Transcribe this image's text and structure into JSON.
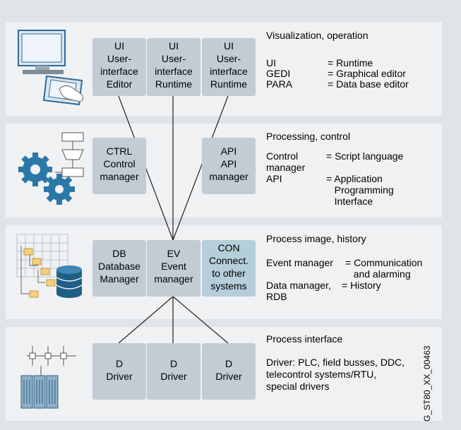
{
  "layers": [
    {
      "heading": "Visualization, operation",
      "modules": [
        {
          "lines": [
            "UI",
            "User-",
            "interface",
            "Editor"
          ]
        },
        {
          "lines": [
            "UI",
            "User-",
            "interface",
            "Runtime"
          ]
        },
        {
          "lines": [
            "UI",
            "User-",
            "interface",
            "Runtime"
          ]
        }
      ],
      "legend": [
        {
          "key": "UI",
          "value": "= Runtime"
        },
        {
          "key": "GEDI",
          "value": "= Graphical editor"
        },
        {
          "key": "PARA",
          "value": "= Data base editor"
        }
      ]
    },
    {
      "heading": "Processing, control",
      "modules": [
        {
          "lines": [
            "CTRL",
            "Control",
            "manager"
          ]
        },
        {
          "lines": [
            "API",
            "API",
            "manager"
          ]
        }
      ],
      "legend": [
        {
          "key": "Control\nmanager",
          "value": "= Script language"
        },
        {
          "key": "API",
          "value": "= Application\n   Programming\n   Interface"
        }
      ]
    },
    {
      "heading": "Process image, history",
      "modules": [
        {
          "lines": [
            "DB",
            "Database",
            "Manager"
          ]
        },
        {
          "lines": [
            "EV",
            "Event",
            "manager"
          ]
        },
        {
          "lines": [
            "CON",
            "Connect.",
            "to other",
            "systems"
          ]
        }
      ],
      "legend": [
        {
          "key": "Event manager",
          "value": "= Communication\n   and alarming"
        },
        {
          "key": "Data manager,\nRDB",
          "value": "= History"
        }
      ]
    },
    {
      "heading": "Process interface",
      "modules": [
        {
          "lines": [
            "D",
            "Driver"
          ]
        },
        {
          "lines": [
            "D",
            "Driver"
          ]
        },
        {
          "lines": [
            "D",
            "Driver"
          ]
        }
      ],
      "description": "Driver: PLC, field busses, DDC,\ntelecontrol systems/RTU,\nspecial drivers"
    }
  ],
  "figure_code": "G_ST80_XX_00463"
}
